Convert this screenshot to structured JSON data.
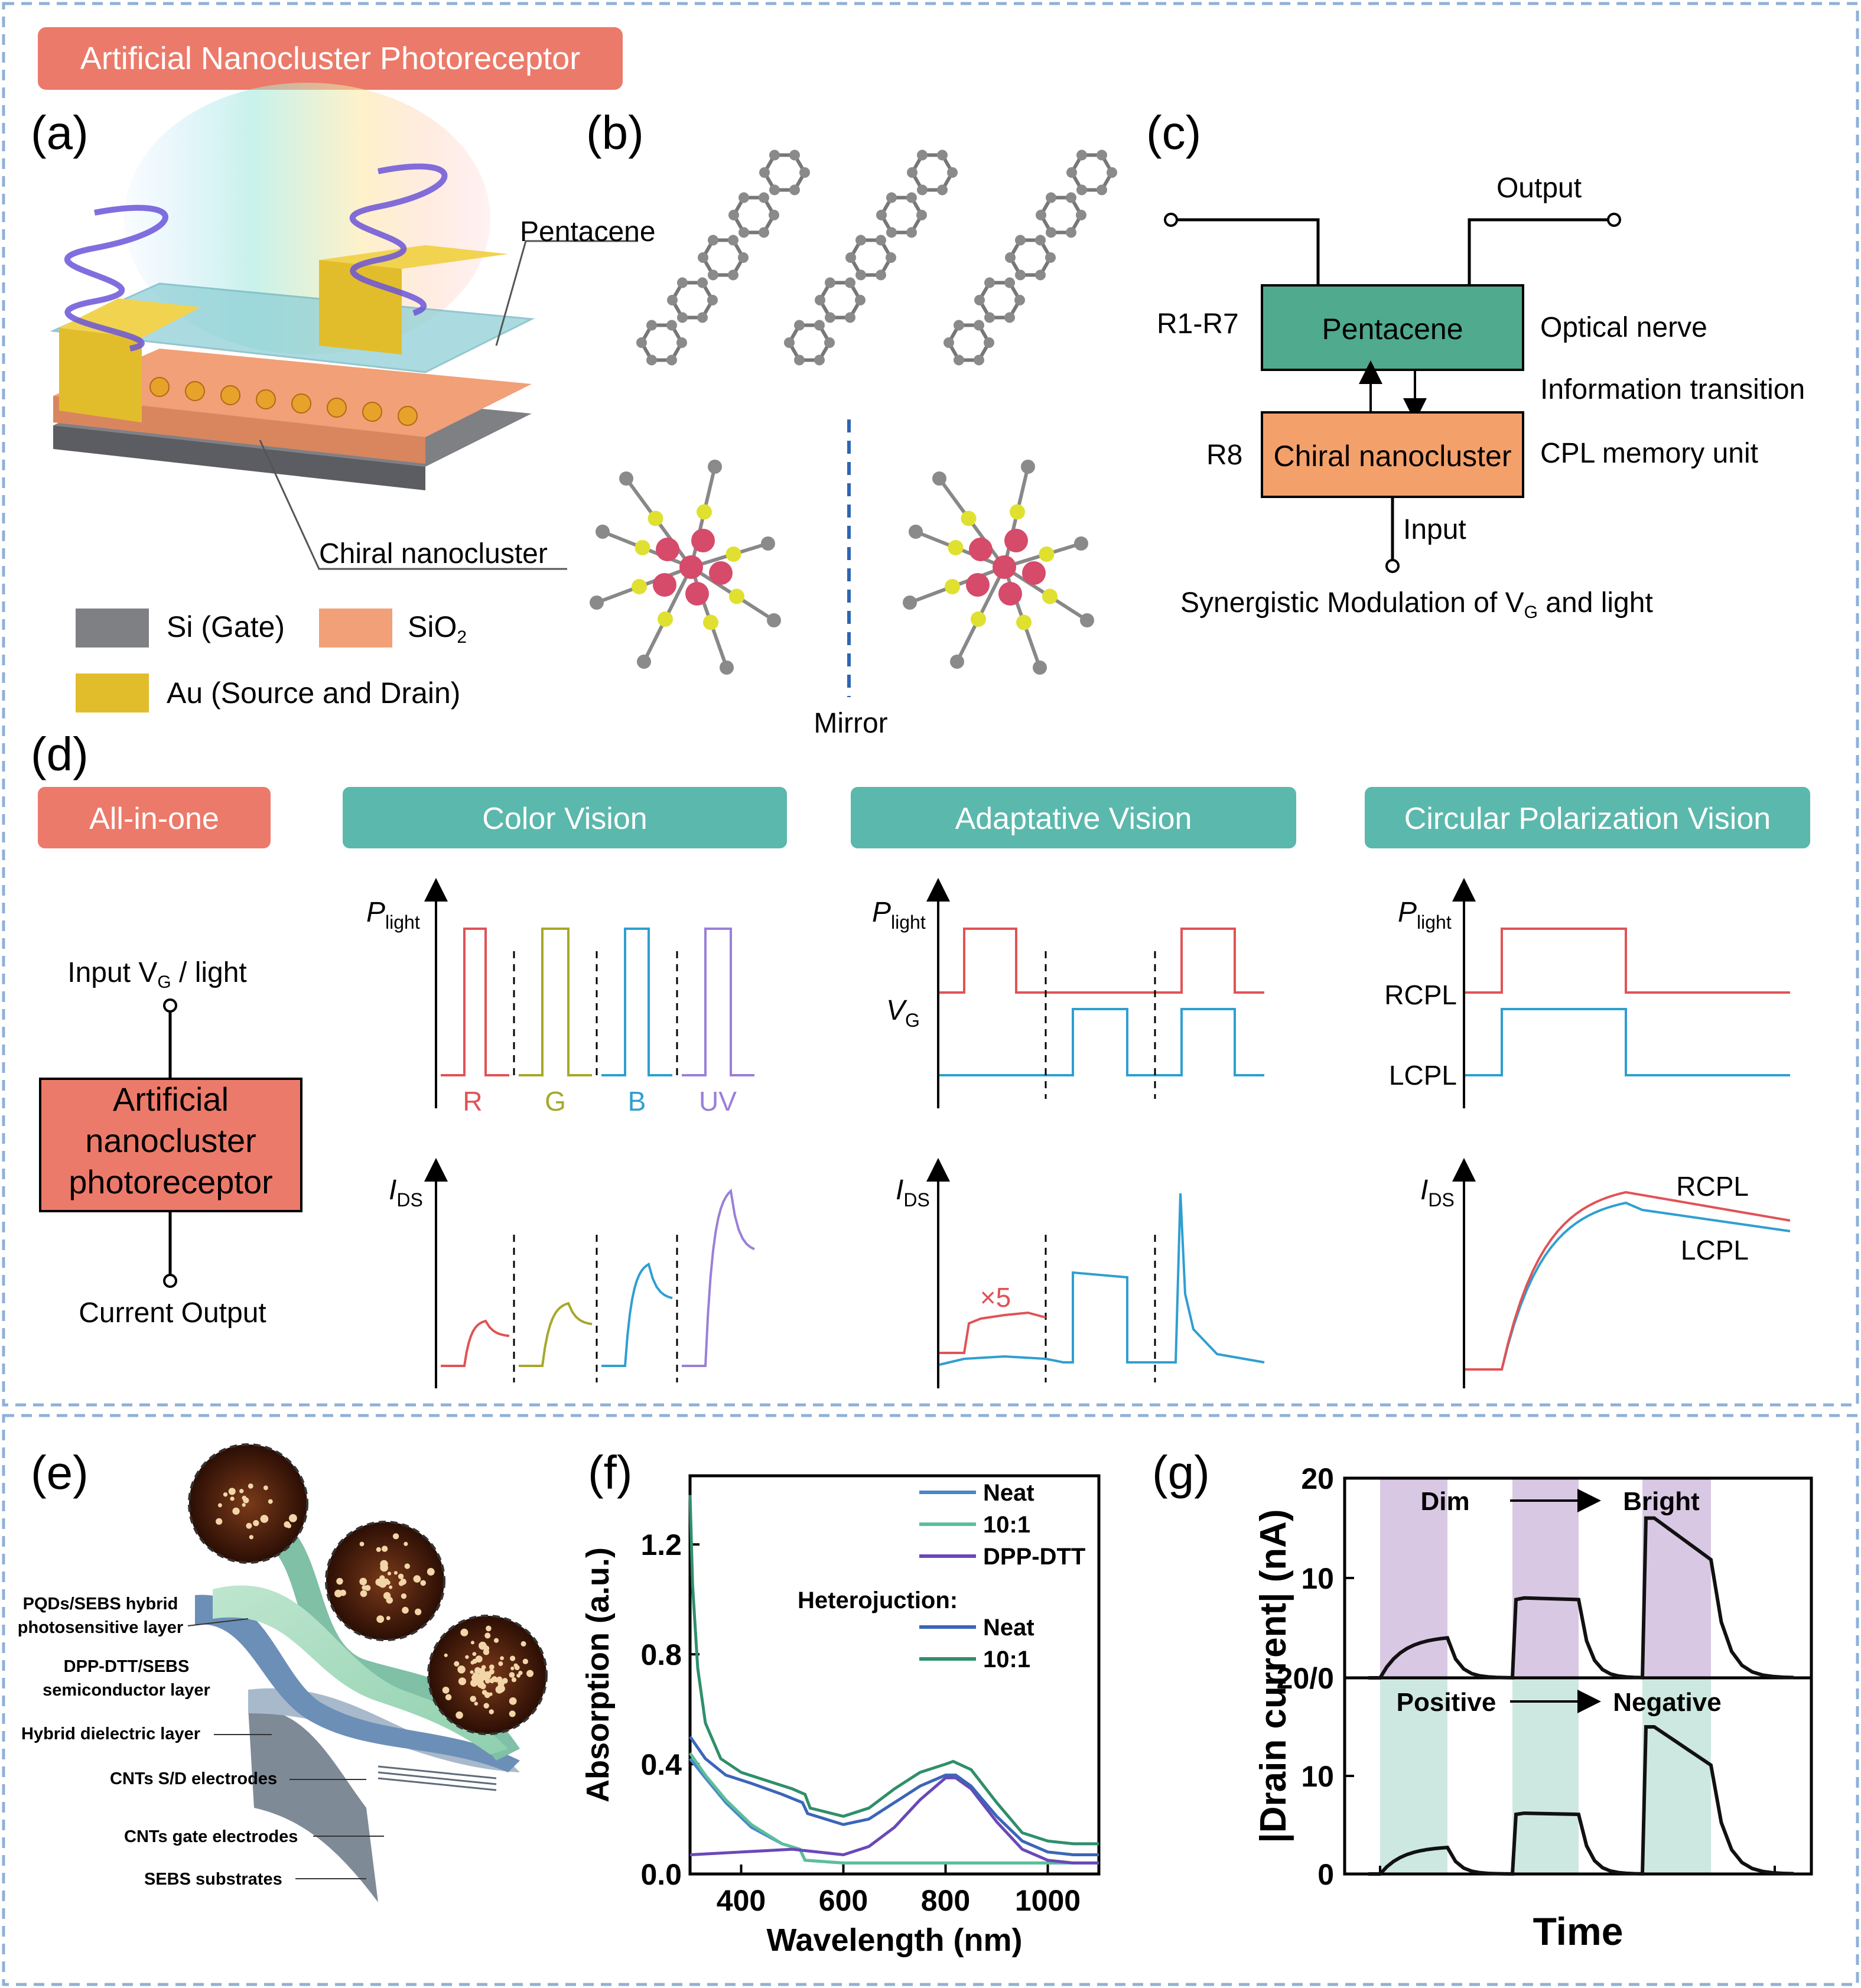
{
  "colors": {
    "red": "#e05356",
    "green": "#a6a82a",
    "blue": "#2f9fd0",
    "purple": "#9a7fd8",
    "teal_box": "#5bb8ac",
    "salmon_box": "#ec7a6a",
    "green_box": "#4faa8e",
    "orange_box": "#f4a06b",
    "dashed_border": "#8fb0d8",
    "gate": "#7f8084",
    "sio2": "#f1a077",
    "au": "#e2bd2b"
  },
  "header": {
    "title": "Artificial Nanocluster Photoreceptor"
  },
  "panel_a": {
    "label": "(a)",
    "pentacene": "Pentacene",
    "chiral": "Chiral nanocluster",
    "legend_si": "Si (Gate)",
    "legend_sio2": "SiO",
    "legend_sio2_sub": "2",
    "legend_au": "Au (Source and Drain)"
  },
  "panel_b": {
    "label": "(b)",
    "mirror": "Mirror"
  },
  "panel_c": {
    "label": "(c)",
    "output": "Output",
    "r1r7": "R1-R7",
    "r8": "R8",
    "pentacene": "Pentacene",
    "chiral": "Chiral nanocluster",
    "optical": "Optical nerve",
    "transition": "Information transition",
    "memory": "CPL memory unit",
    "input": "Input",
    "syn_pre": "Synergistic Modulation of V",
    "syn_sub": "G",
    "syn_post": " and light"
  },
  "panel_d": {
    "label": "(d)",
    "all_in_one": "All-in-one",
    "color_vision": "Color Vision",
    "adaptive_vision": "Adaptative Vision",
    "cpl_vision": "Circular Polarization Vision",
    "input_pre": "Input V",
    "input_sub": "G",
    "input_post": " / light",
    "box_l1": "Artificial",
    "box_l2": "nanocluster",
    "box_l3": "photoreceptor",
    "current_output": "Current Output",
    "p": "P",
    "p_sub": "light",
    "i": "I",
    "i_sub": "DS",
    "v": "V",
    "v_sub": "G",
    "r": "R",
    "g": "G",
    "b": "B",
    "uv": "UV",
    "x5": "×5",
    "rcpl": "RCPL",
    "lcpl": "LCPL"
  },
  "panel_e": {
    "label": "(e)",
    "l1a": "PQDs/SEBS hybrid",
    "l1b": "photosensitive layer",
    "l2a": "DPP-DTT/SEBS",
    "l2b": "semiconductor layer",
    "l3": "Hybrid dielectric layer",
    "l4": "CNTs S/D electrodes",
    "l5": "CNTs gate electrodes",
    "l6": "SEBS substrates"
  },
  "panel_f": {
    "label": "(f)",
    "heterojunction": "Heterojuction:"
  },
  "panel_g": {
    "label": "(g)",
    "dim": "Dim",
    "bright": "Bright",
    "positive": "Positive",
    "negative": "Negative"
  },
  "chart_data": [
    {
      "type": "line",
      "xlabel": "Wavelength (nm)",
      "ylabel": "Absorption (a.u.)",
      "xlim": [
        300,
        1100
      ],
      "ylim": [
        0,
        1.45
      ],
      "xticks": [
        400,
        600,
        800,
        1000
      ],
      "yticks": [
        0.0,
        0.4,
        0.8,
        1.2
      ],
      "legend": "top-right",
      "series": [
        {
          "name": "Neat",
          "color": "#4a86c8",
          "x": [
            300,
            330,
            370,
            420,
            480,
            515,
            525,
            600,
            700,
            760,
            810,
            850,
            900,
            950,
            1000,
            1050,
            1100
          ],
          "y": [
            0.42,
            0.35,
            0.26,
            0.17,
            0.11,
            0.09,
            0.05,
            0.04,
            0.04,
            0.04,
            0.04,
            0.04,
            0.04,
            0.04,
            0.04,
            0.04,
            0.04
          ]
        },
        {
          "name": "10:1",
          "color": "#5bbf9a",
          "x": [
            300,
            330,
            370,
            420,
            480,
            515,
            525,
            600,
            700,
            760,
            810,
            850,
            900,
            950,
            1000,
            1050,
            1100
          ],
          "y": [
            0.44,
            0.36,
            0.27,
            0.18,
            0.11,
            0.09,
            0.05,
            0.04,
            0.04,
            0.04,
            0.04,
            0.04,
            0.04,
            0.04,
            0.04,
            0.04,
            0.04
          ]
        },
        {
          "name": "DPP-DTT",
          "color": "#6a48b8",
          "x": [
            300,
            400,
            500,
            600,
            650,
            700,
            750,
            800,
            820,
            850,
            900,
            950,
            1000,
            1050,
            1100
          ],
          "y": [
            0.07,
            0.08,
            0.09,
            0.07,
            0.1,
            0.17,
            0.27,
            0.35,
            0.35,
            0.31,
            0.19,
            0.09,
            0.05,
            0.04,
            0.04
          ]
        },
        {
          "name": "Neat",
          "color": "#3a66b8",
          "x": [
            300,
            330,
            370,
            420,
            480,
            520,
            530,
            600,
            650,
            700,
            750,
            800,
            820,
            850,
            900,
            950,
            1000,
            1050,
            1100
          ],
          "y": [
            0.5,
            0.42,
            0.36,
            0.33,
            0.29,
            0.26,
            0.22,
            0.18,
            0.2,
            0.26,
            0.32,
            0.36,
            0.36,
            0.32,
            0.21,
            0.12,
            0.08,
            0.07,
            0.07
          ]
        },
        {
          "name": "10:1",
          "color": "#2f8f6a",
          "x": [
            300,
            305,
            315,
            330,
            360,
            400,
            450,
            500,
            525,
            535,
            600,
            650,
            700,
            750,
            800,
            815,
            850,
            900,
            950,
            1000,
            1050,
            1100
          ],
          "y": [
            1.38,
            1.05,
            0.75,
            0.55,
            0.42,
            0.37,
            0.34,
            0.31,
            0.29,
            0.24,
            0.21,
            0.24,
            0.31,
            0.37,
            0.4,
            0.41,
            0.38,
            0.26,
            0.15,
            0.12,
            0.11,
            0.11
          ]
        }
      ]
    },
    {
      "type": "line",
      "xlabel": "Time",
      "ylabel": "|Drain current| (nA)",
      "ytick_labels_top": [
        "20",
        "10",
        "20/0"
      ],
      "ytick_labels_bottom": [
        "10",
        "0"
      ],
      "ylim": [
        0,
        20
      ],
      "annotations": [
        "Dim",
        "Bright",
        "Positive",
        "Negative"
      ]
    }
  ]
}
